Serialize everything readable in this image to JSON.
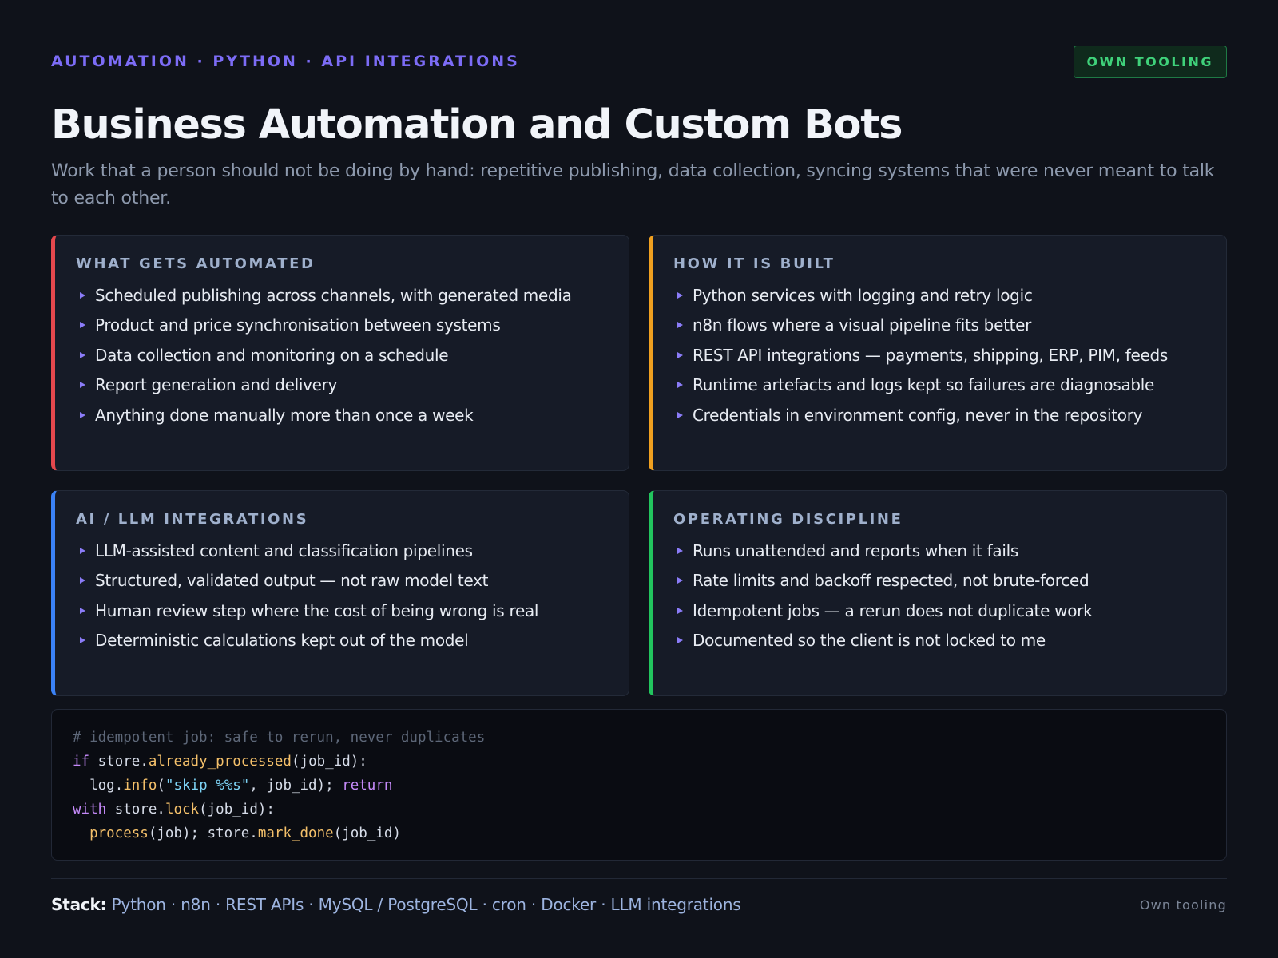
{
  "header": {
    "eyebrow": "AUTOMATION · PYTHON · API INTEGRATIONS",
    "badge": "OWN TOOLING",
    "title": "Business Automation and Custom Bots",
    "subtitle": "Work that a person should not be doing by hand: repetitive publishing, data collection, syncing systems that were never meant to talk to each other."
  },
  "cards": [
    {
      "title": "WHAT GETS AUTOMATED",
      "accent": "#e5484d",
      "items": [
        "Scheduled publishing across channels, with generated media",
        "Product and price synchronisation between systems",
        "Data collection and monitoring on a schedule",
        "Report generation and delivery",
        "Anything done manually more than once a week"
      ]
    },
    {
      "title": "HOW IT IS BUILT",
      "accent": "#f0a020",
      "items": [
        "Python services with logging and retry logic",
        "n8n flows where a visual pipeline fits better",
        "REST API integrations — payments, shipping, ERP, PIM, feeds",
        "Runtime artefacts and logs kept so failures are diagnosable",
        "Credentials in environment config, never in the repository"
      ]
    },
    {
      "title": "AI / LLM INTEGRATIONS",
      "accent": "#3b82f6",
      "items": [
        "LLM-assisted content and classification pipelines",
        "Structured, validated output — not raw model text",
        "Human review step where the cost of being wrong is real",
        "Deterministic calculations kept out of the model"
      ]
    },
    {
      "title": "OPERATING DISCIPLINE",
      "accent": "#22c55e",
      "items": [
        "Runs unattended and reports when it fails",
        "Rate limits and backoff respected, not brute-forced",
        "Idempotent jobs — a rerun does not duplicate work",
        "Documented so the client is not locked to me"
      ]
    }
  ],
  "code": {
    "comment": "# idempotent job: safe to rerun, never duplicates",
    "kw_if": "if",
    "obj_store": "store",
    "fn_already": "already_processed",
    "arg_job_id": "job_id",
    "obj_log": "log",
    "fn_info": "info",
    "str_skip": "\"skip %%s\"",
    "kw_return": "return",
    "kw_with": "with",
    "fn_lock": "lock",
    "fn_process": "process",
    "arg_job": "job",
    "fn_mark_done": "mark_done"
  },
  "footer": {
    "stack_label": "Stack:",
    "stack_items": "Python · n8n · REST APIs · MySQL / PostgreSQL · cron · Docker · LLM integrations",
    "note": "Own tooling"
  },
  "colors": {
    "background": "#0f121a",
    "eyebrow": "#7c6cf6",
    "badge_text": "#3fd17a"
  }
}
